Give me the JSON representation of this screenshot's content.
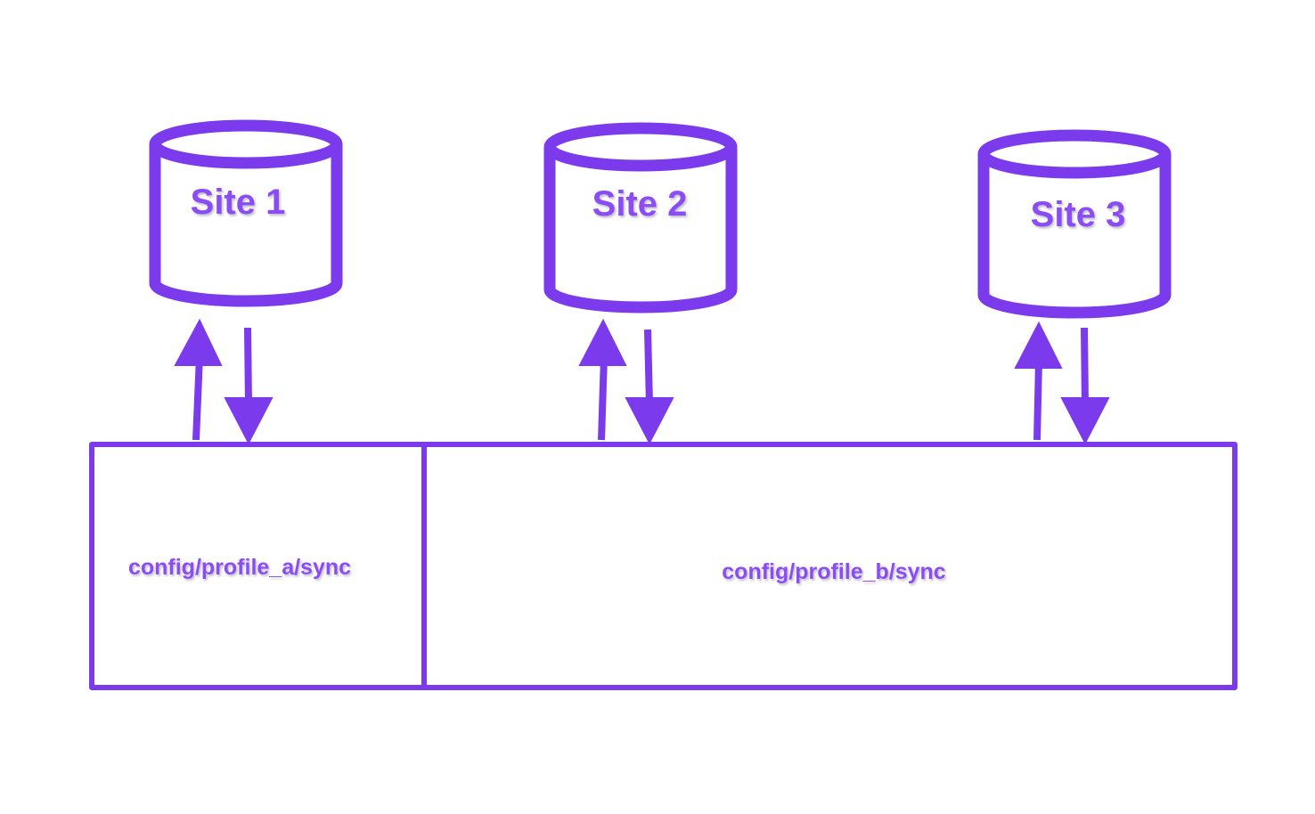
{
  "colors": {
    "stroke": "#7c3aed",
    "text": "#8b4cf5",
    "text_shadow": "#b9b9c6",
    "background": "#ffffff"
  },
  "sites": [
    {
      "label": "Site 1",
      "icon": "database-cylinder-icon"
    },
    {
      "label": "Site 2",
      "icon": "database-cylinder-icon"
    },
    {
      "label": "Site 3",
      "icon": "database-cylinder-icon"
    }
  ],
  "config_dirs": [
    {
      "label": "config/profile_a/sync"
    },
    {
      "label": "config/profile_b/sync"
    }
  ],
  "connections": [
    {
      "site": "Site 1",
      "arrows": [
        "up-arrow-icon",
        "down-arrow-icon"
      ]
    },
    {
      "site": "Site 2",
      "arrows": [
        "up-arrow-icon",
        "down-arrow-icon"
      ]
    },
    {
      "site": "Site 3",
      "arrows": [
        "up-arrow-icon",
        "down-arrow-icon"
      ]
    }
  ]
}
